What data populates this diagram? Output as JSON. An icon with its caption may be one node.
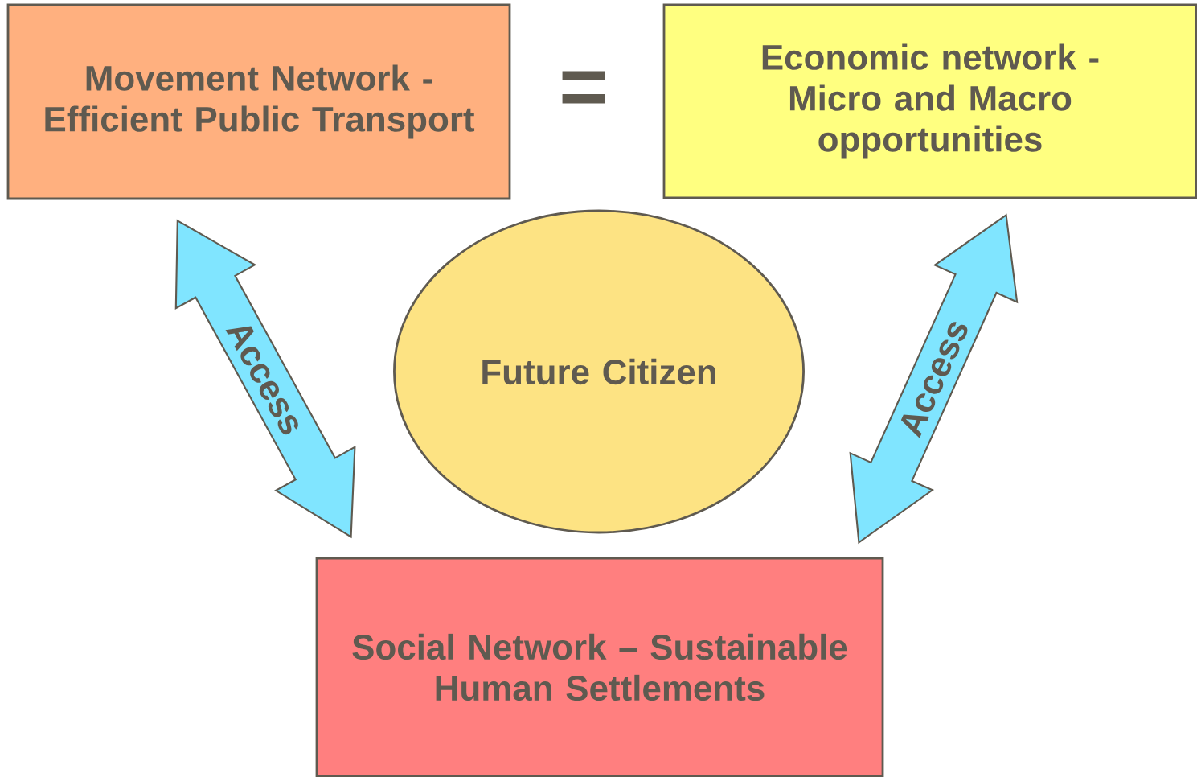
{
  "diagram": {
    "nodes": [
      {
        "text": [
          "Movement Network - Efficient Public Transport"
        ]
      },
      {
        "text": [
          "Economic network - Micro and Macro opportunities"
        ]
      },
      {
        "text": [
          "Future Citizen"
        ]
      },
      {
        "text": [
          "Social Network – Sustainable Human Settlements"
        ]
      }
    ],
    "edges": [
      {
        "from": 0,
        "to": 3,
        "arrow": "both",
        "label": "Access"
      },
      {
        "from": 1,
        "to": 3,
        "arrow": "both",
        "label": "Access"
      }
    ],
    "labels": [
      "="
    ]
  }
}
